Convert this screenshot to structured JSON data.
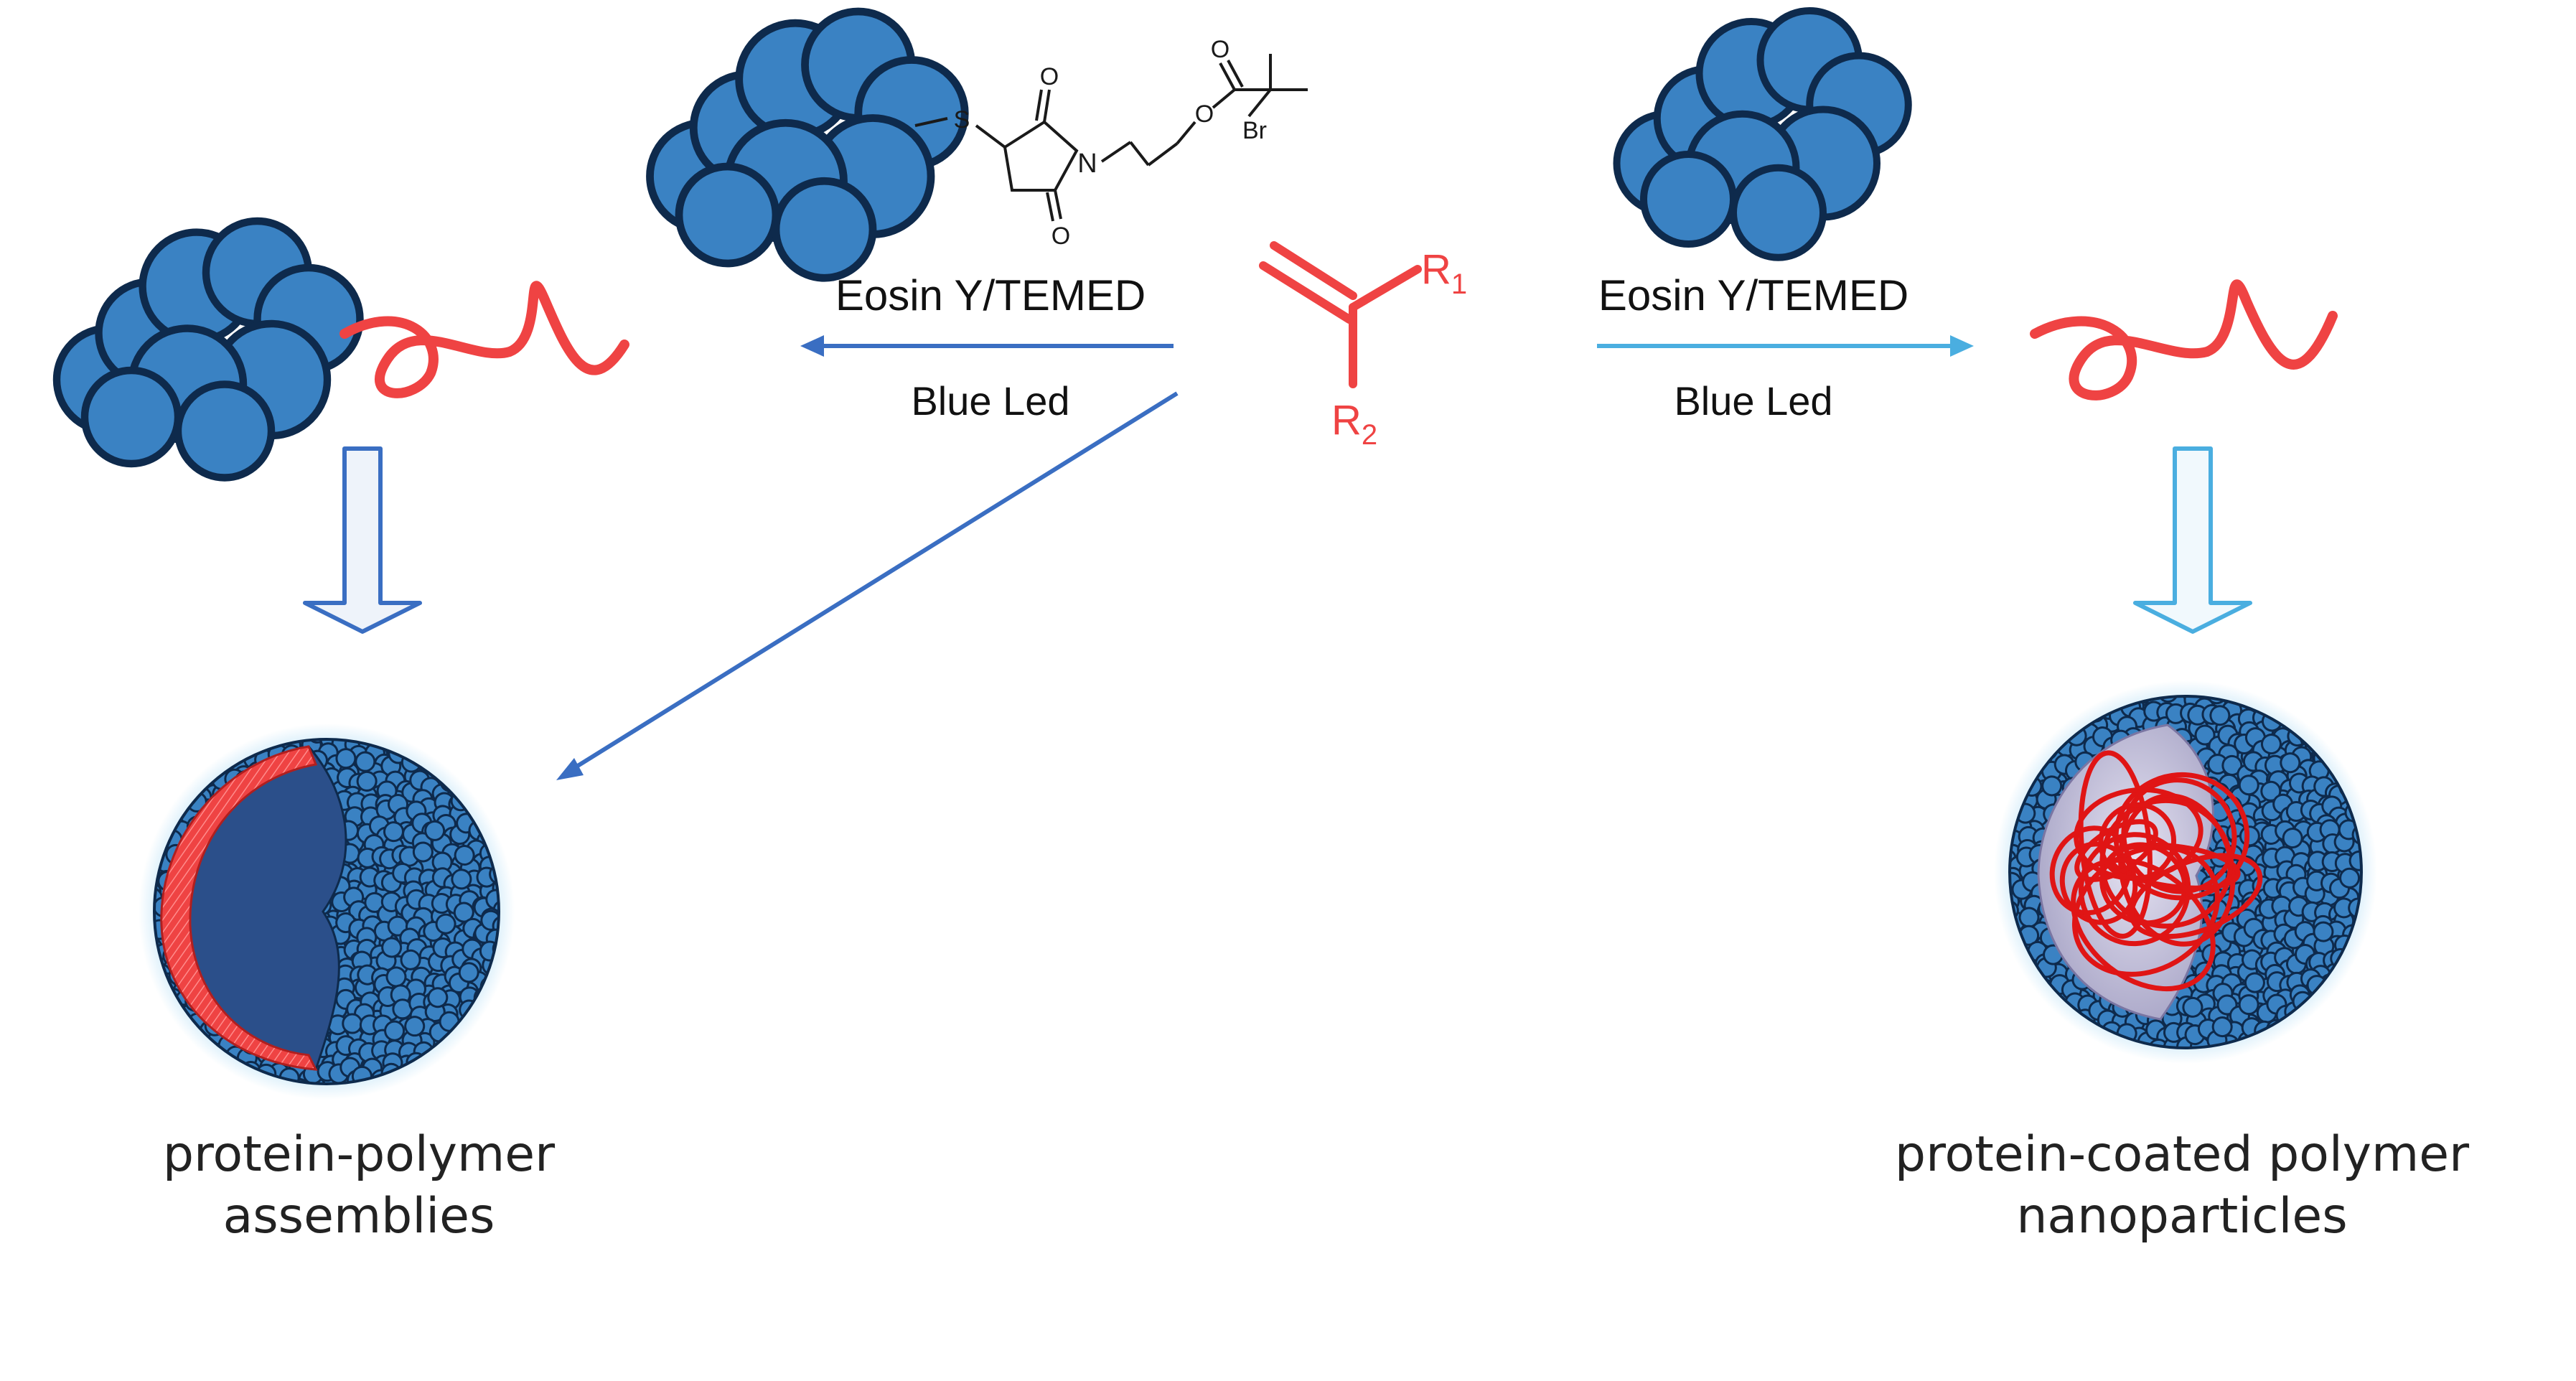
{
  "reagents": {
    "left": {
      "top": "Eosin Y/TEMED",
      "bottom": "Blue Led"
    },
    "right": {
      "top": "Eosin Y/TEMED",
      "bottom": "Blue Led"
    }
  },
  "initiator": {
    "atoms": {
      "sulfur": "S",
      "nitrogen": "N",
      "oxygen_top": "O",
      "oxygen_bottom": "O",
      "oxygen_ester": "O",
      "oxygen_carbonyl": "O",
      "bromine": "Br"
    }
  },
  "monomer": {
    "r1": {
      "letter": "R",
      "sub": "1"
    },
    "r2": {
      "letter": "R",
      "sub": "2"
    }
  },
  "captions": {
    "left": {
      "line1": "protein-polymer",
      "line2": "assemblies"
    },
    "right": {
      "line1": "protein-coated polymer",
      "line2": "nanoparticles"
    }
  },
  "colors": {
    "protein": "#3a82c3",
    "protein_outline": "#0e2a4c",
    "polymer": "#ef4343",
    "arrow_left": "#3a6ec2",
    "arrow_right": "#4aaee0",
    "core_dark": "#2b4f8a"
  }
}
